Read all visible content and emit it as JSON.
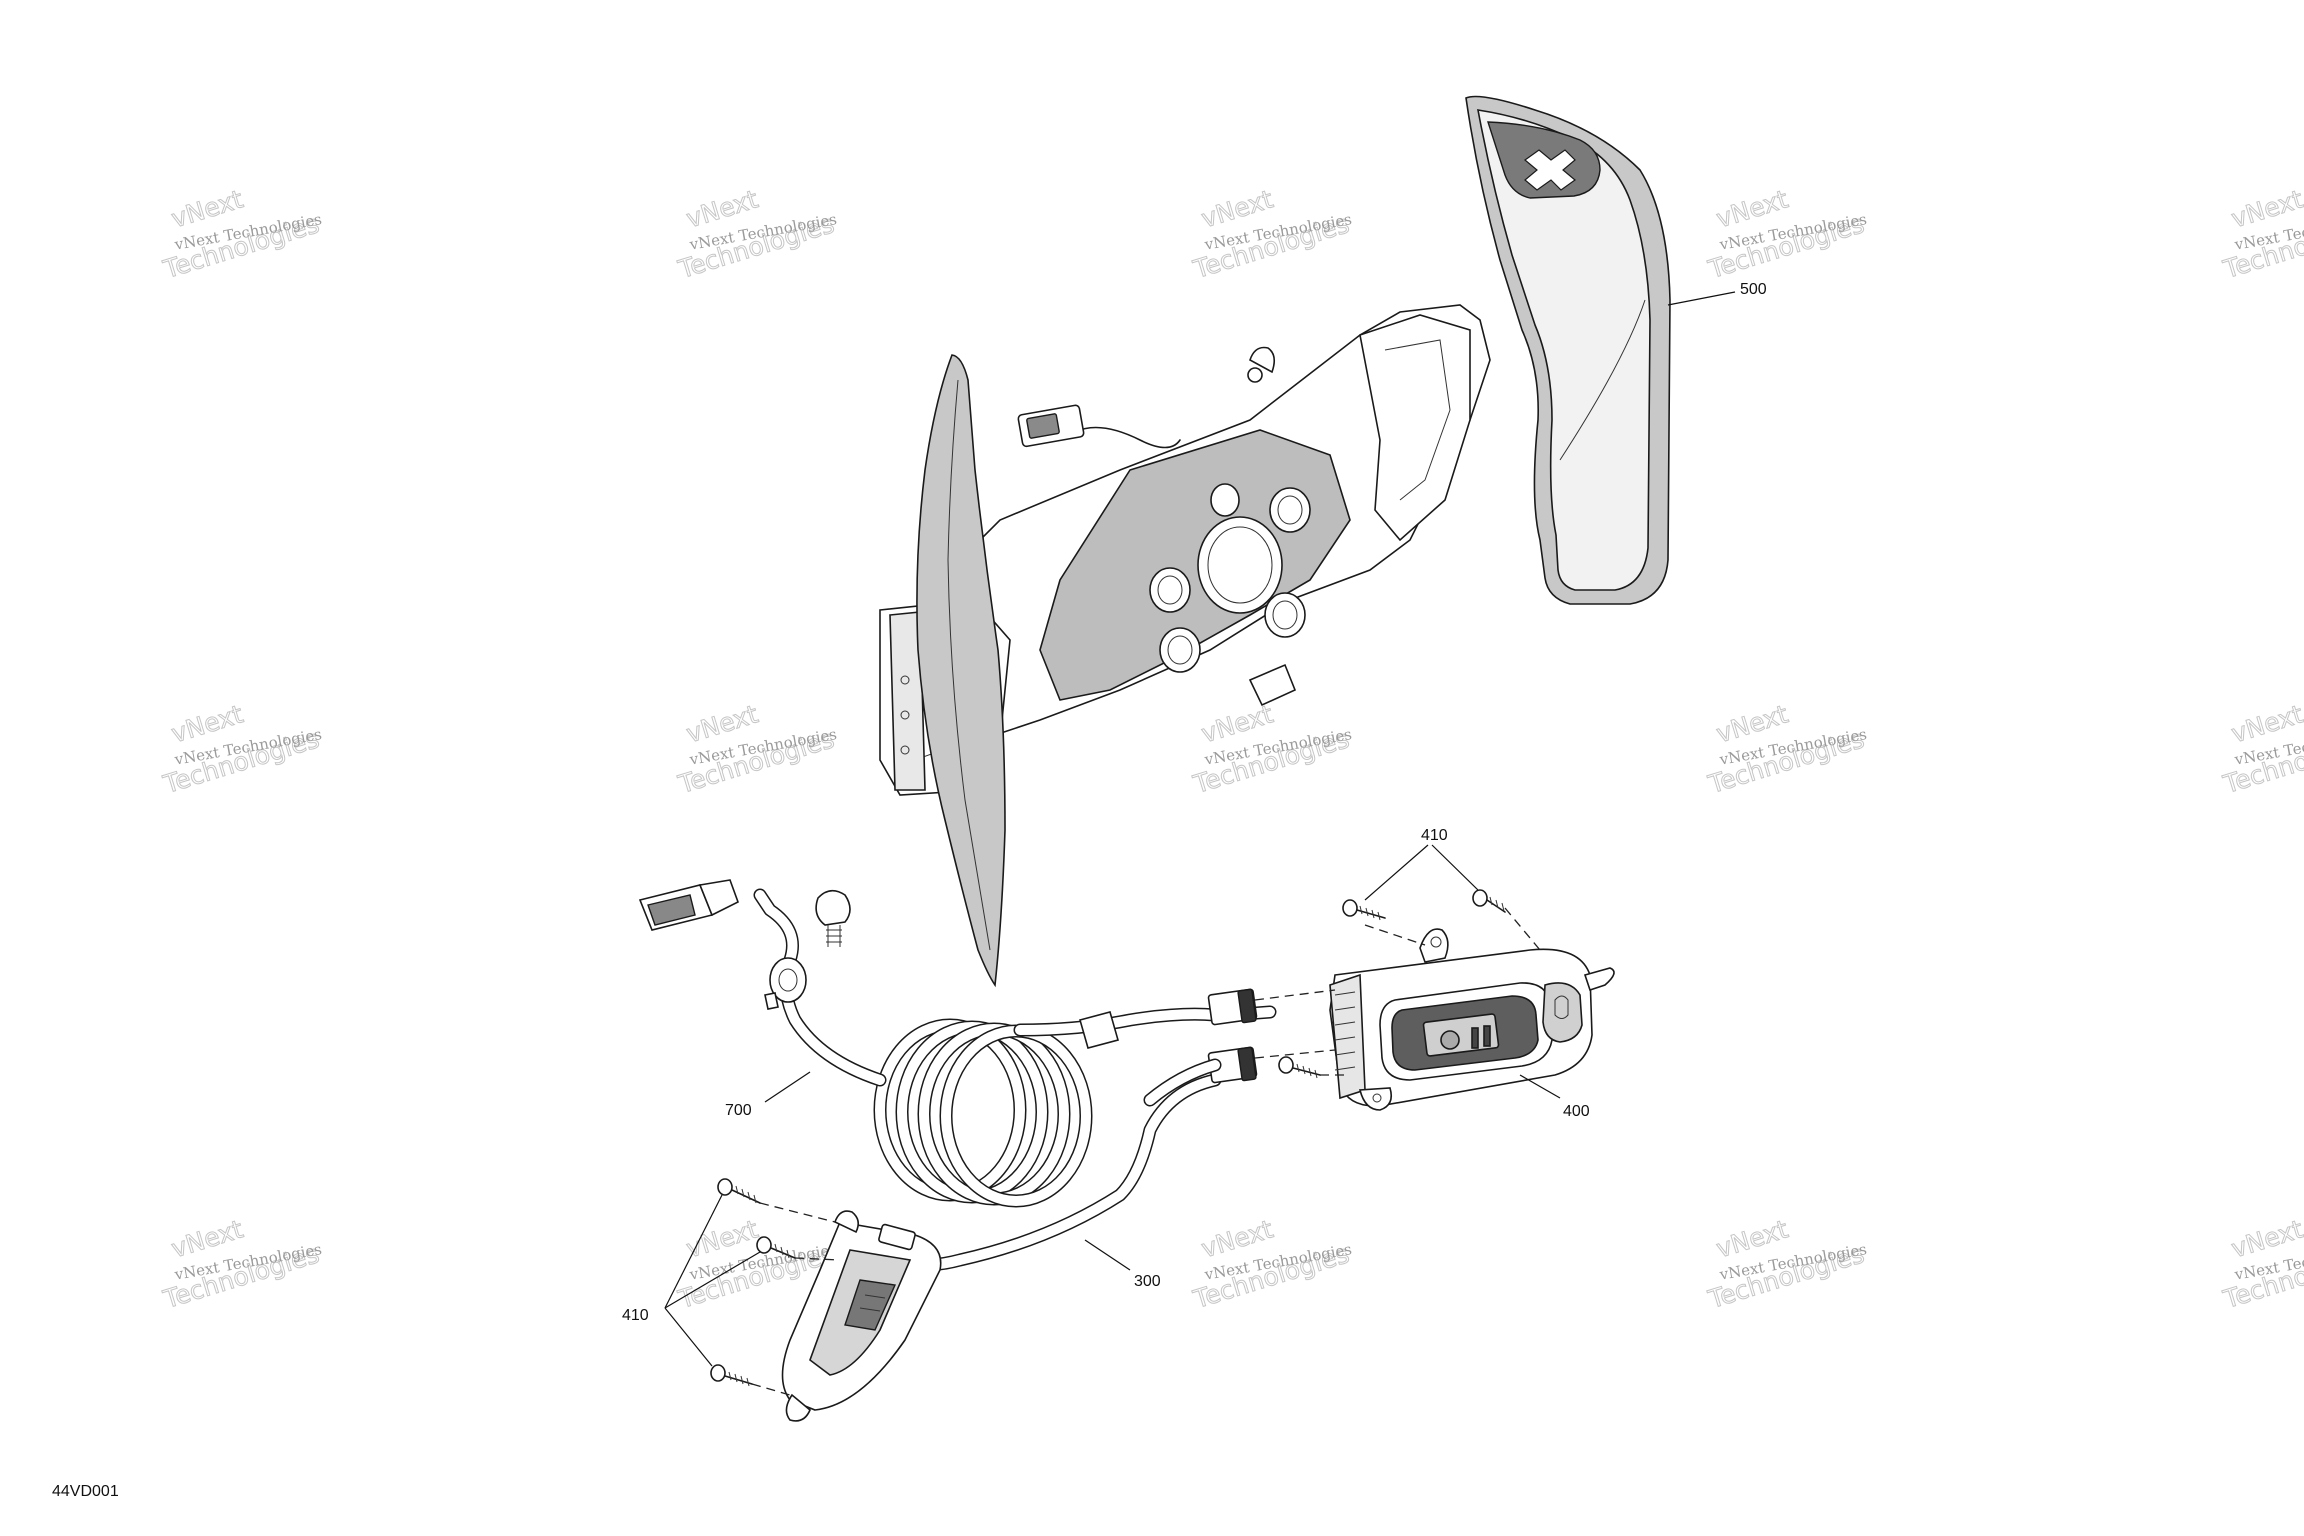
{
  "watermark": {
    "line1": "vNext Technologies",
    "line2": "Technologies",
    "top": "vNext"
  },
  "callouts": {
    "c500": "500",
    "c410_top": "410",
    "c400": "400",
    "c700": "700",
    "c300": "300",
    "c410_bottom": "410"
  },
  "reference": "44VD001",
  "colors": {
    "line": "#1a1a1a",
    "shade": "#c8c8c8",
    "watermark": "#b0b0b0"
  }
}
